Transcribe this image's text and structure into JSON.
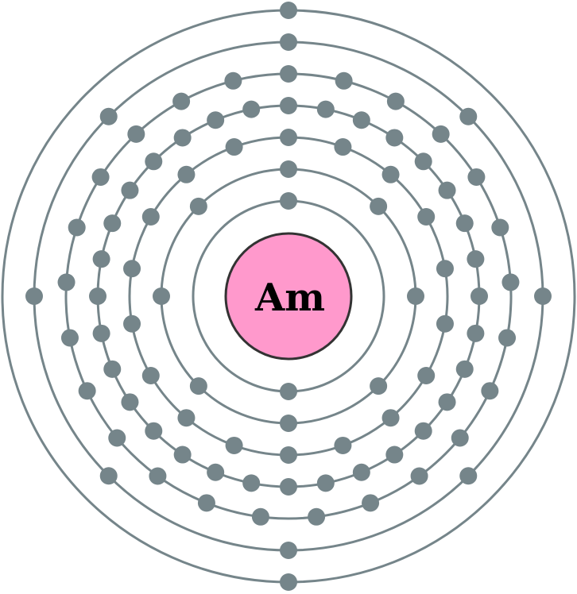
{
  "element": {
    "symbol": "Am"
  },
  "electrons_per_shell": [
    2,
    8,
    18,
    32,
    25,
    8,
    2
  ],
  "colors": {
    "nucleus_fill": "#ff99cc",
    "nucleus_stroke": "#333333",
    "shell_stroke": "#75858a",
    "electron_fill": "#75858a",
    "symbol_text": "#000000"
  }
}
